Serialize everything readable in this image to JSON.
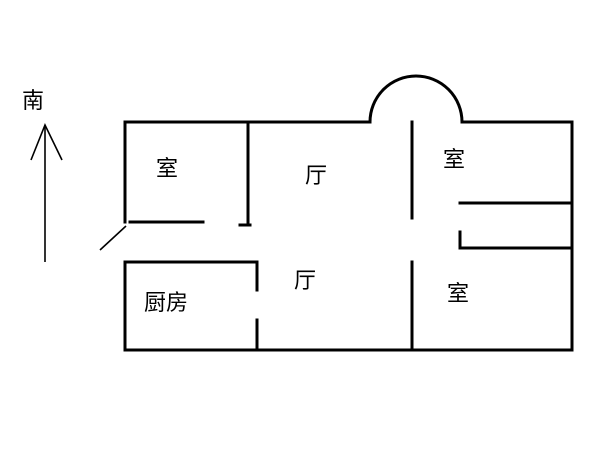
{
  "compass": {
    "label": "南",
    "icon": "north-arrow-icon"
  },
  "rooms": [
    {
      "name": "room-top-left",
      "label": "室"
    },
    {
      "name": "hall-upper",
      "label": "厅"
    },
    {
      "name": "room-top-right",
      "label": "室"
    },
    {
      "name": "hall-lower",
      "label": "厅"
    },
    {
      "name": "kitchen",
      "label": "厨房"
    },
    {
      "name": "room-bottom-right",
      "label": "室"
    }
  ],
  "colors": {
    "line": "#000000",
    "background": "#ffffff"
  }
}
